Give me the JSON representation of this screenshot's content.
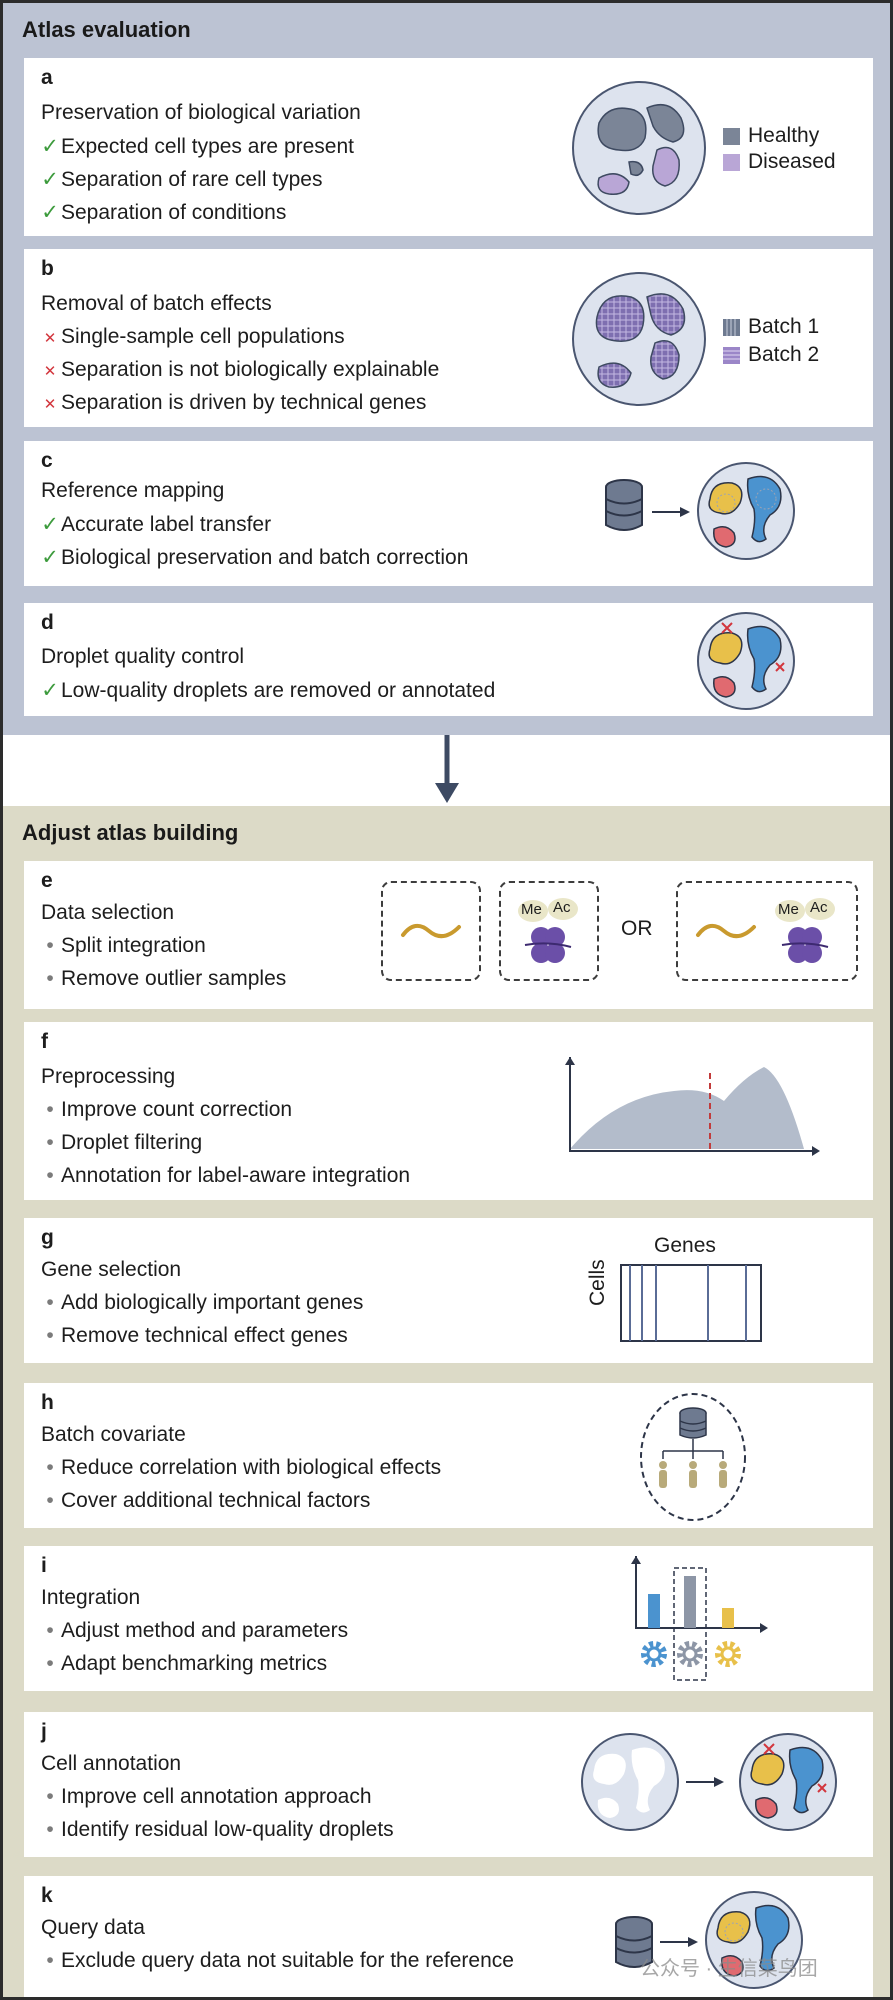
{
  "sections": {
    "evaluation": "Atlas evaluation",
    "building": "Adjust atlas building"
  },
  "panels": {
    "a": {
      "letter": "a",
      "title": "Preservation of biological variation",
      "items": [
        "Expected cell types are present",
        "Separation of rare cell types",
        "Separation of conditions"
      ],
      "legend": [
        "Healthy",
        "Diseased"
      ],
      "legend_colors": [
        "#7b8597",
        "#b9a6d6"
      ]
    },
    "b": {
      "letter": "b",
      "title": "Removal of batch effects",
      "items": [
        "Single-sample cell populations",
        "Separation is not biologically explainable",
        "Separation is driven by technical genes"
      ],
      "legend": [
        "Batch 1",
        "Batch 2"
      ]
    },
    "c": {
      "letter": "c",
      "title": "Reference mapping",
      "items": [
        "Accurate label transfer",
        "Biological preservation and batch correction"
      ]
    },
    "d": {
      "letter": "d",
      "title": "Droplet quality control",
      "items": [
        "Low-quality droplets are removed or annotated"
      ]
    },
    "e": {
      "letter": "e",
      "title": "Data selection",
      "items": [
        "Split integration",
        "Remove outlier samples"
      ],
      "labels": {
        "me": "Me",
        "ac": "Ac",
        "or": "OR"
      }
    },
    "f": {
      "letter": "f",
      "title": "Preprocessing",
      "items": [
        "Improve count correction",
        "Droplet filtering",
        "Annotation for label-aware integration"
      ]
    },
    "g": {
      "letter": "g",
      "title": "Gene selection",
      "items": [
        "Add biologically important genes",
        "Remove technical effect genes"
      ],
      "labels": {
        "genes": "Genes",
        "cells": "Cells"
      }
    },
    "h": {
      "letter": "h",
      "title": "Batch covariate",
      "items": [
        "Reduce correlation with biological effects",
        "Cover additional technical factors"
      ]
    },
    "i": {
      "letter": "i",
      "title": "Integration",
      "items": [
        "Adjust method and parameters",
        "Adapt benchmarking metrics"
      ]
    },
    "j": {
      "letter": "j",
      "title": "Cell annotation",
      "items": [
        "Improve cell annotation approach",
        "Identify residual low-quality droplets"
      ]
    },
    "k": {
      "letter": "k",
      "title": "Query data",
      "items": [
        "Exclude query data not suitable for the reference"
      ]
    }
  },
  "watermark": "公众号 · 生信菜鸟团",
  "colors": {
    "blue": "#4b93cf",
    "yellow": "#e8c04a",
    "red": "#e06a70",
    "slate": "#3d4a63",
    "purple": "#6b4fa8",
    "gray": "#8d96a6"
  }
}
